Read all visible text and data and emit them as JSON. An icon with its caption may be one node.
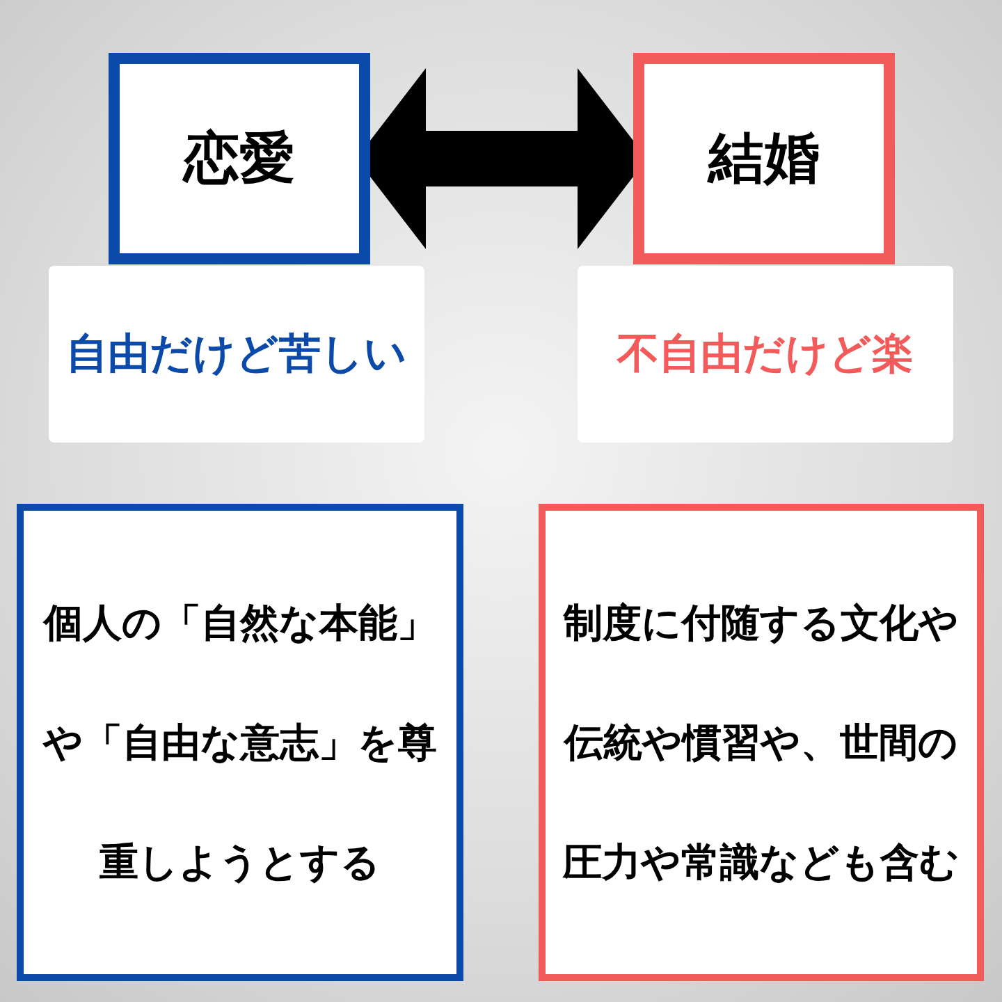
{
  "diagram": {
    "nodes": [
      {
        "text": [
          "恋愛"
        ]
      },
      {
        "text": [
          "結婚"
        ]
      },
      {
        "text": [
          "自由だけど苦しい"
        ]
      },
      {
        "text": [
          "不自由だけど楽"
        ]
      },
      {
        "text": [
          "個人の「自然な本能」や「自由な意志」を尊重しようとする"
        ]
      },
      {
        "text": [
          "制度に付随する文化や伝統や慣習や、世間の圧力や常識なども含む"
        ]
      }
    ],
    "edges": [
      {
        "from": 0,
        "to": 1,
        "arrow": "both"
      }
    ]
  }
}
